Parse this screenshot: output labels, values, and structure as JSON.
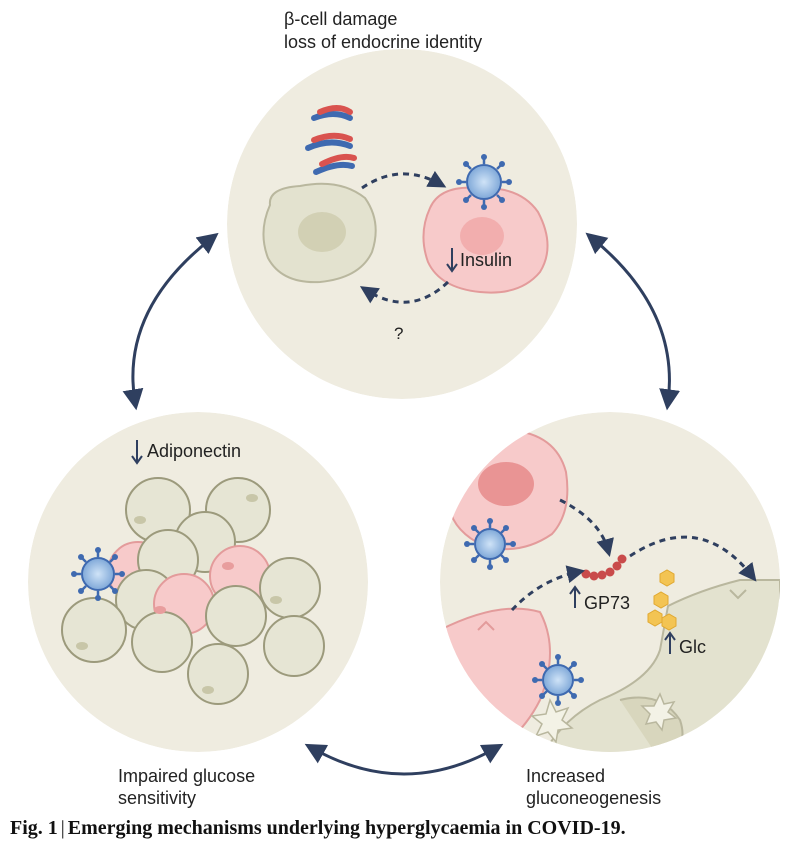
{
  "top_panel": {
    "title_line1": "β-cell damage",
    "title_line2": "loss of endocrine identity",
    "insulin_label": "Insulin",
    "question_mark": "?"
  },
  "left_panel": {
    "adiponectin_label": "Adiponectin",
    "footer_line1": "Impaired glucose",
    "footer_line2": "sensitivity"
  },
  "right_panel": {
    "gp73_label": "GP73",
    "glc_label": "Glc",
    "footer_line1": "Increased",
    "footer_line2": "gluconeogenesis"
  },
  "caption": {
    "prefix": "Fig. 1",
    "separator": "|",
    "text": "Emerging mechanisms underlying hyperglycaemia in COVID-19."
  },
  "colors": {
    "panel_bg": "#efece0",
    "healthy_cell": "#e3e2cf",
    "infected_cell": "#f7caca",
    "virus_blue": "#3f6ab0",
    "arrow_navy": "#2f3f5f"
  }
}
